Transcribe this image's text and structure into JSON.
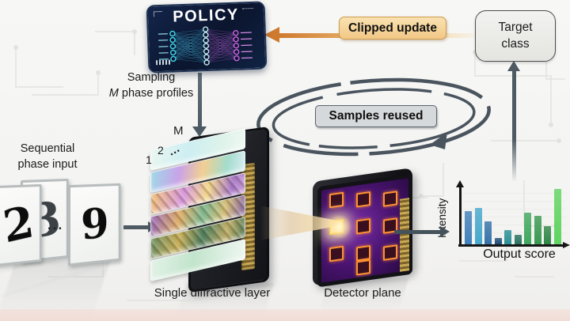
{
  "policy": {
    "title": "POLICY"
  },
  "sampling": {
    "line1": "Sampling",
    "m_italic": "M",
    "line2": " phase profiles"
  },
  "input": {
    "label_line1": "Sequential",
    "label_line2": "phase input",
    "digit_back": "3",
    "digit_front": "2",
    "ellipsis": "...",
    "digit_last": "9"
  },
  "stack": {
    "caption": "Single diffractive layer",
    "layer_labels": [
      "1",
      "2",
      "⋯",
      "M"
    ],
    "num_glass_layers": 6
  },
  "detector": {
    "caption": "Detector plane",
    "num_detectors": 10,
    "bright_index": 3
  },
  "feedback": {
    "clipped_update": "Clipped update",
    "samples_reused": "Samples reused",
    "target_line1": "Target",
    "target_line2": "class"
  },
  "chart_data": {
    "type": "bar",
    "title": "",
    "xlabel": "Output score",
    "ylabel": "Intensity",
    "ylim": [
      0,
      1
    ],
    "grid": "faint horizontal",
    "legend": "none",
    "values": [
      0.6,
      0.66,
      0.41,
      0.12,
      0.26,
      0.17,
      0.57,
      0.51,
      0.33,
      1.0
    ],
    "bar_colors": [
      "#4080ba",
      "#45a8cc",
      "#3572aa",
      "#1f4e78",
      "#2b8f96",
      "#27735f",
      "#3fa75d",
      "#38994f",
      "#2f8747",
      "#5fd45f"
    ]
  },
  "colors": {
    "arrow_slate": "#4d5a63",
    "arrow_orange": "#cf7a2e",
    "clipped_box_bg": "#f2c886",
    "target_box_bg": "#e9e9e6",
    "samples_box_bg": "#d6d9db",
    "policy_chip_bg": "#0b152e",
    "detector_face": "#4a1470",
    "detector_cell_border": "#ff9232",
    "background": "#f4f4f2",
    "bottom_band": "#f2e1db"
  }
}
